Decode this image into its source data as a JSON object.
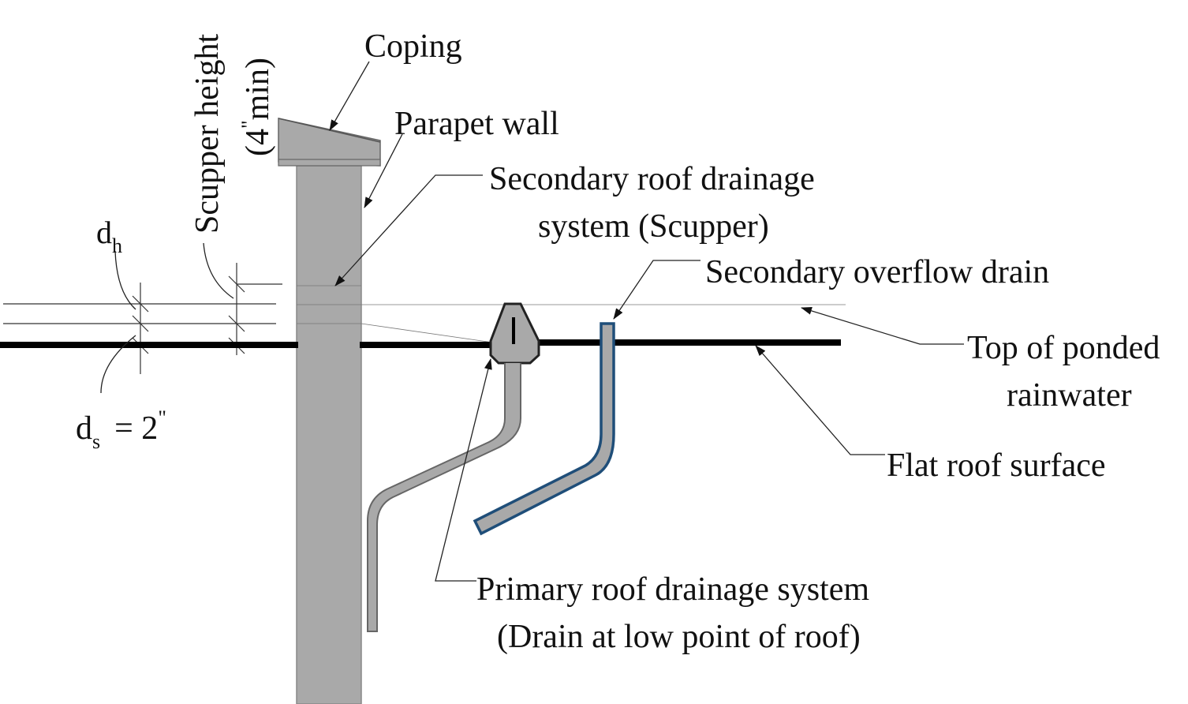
{
  "labels": {
    "coping": "Coping",
    "parapet_wall": "Parapet wall",
    "secondary_roof_drainage": {
      "line1": "Secondary roof drainage",
      "line2": "system (Scupper)"
    },
    "secondary_overflow_drain": "Secondary overflow drain",
    "top_of_ponded": {
      "line1": "Top of ponded",
      "line2": "rainwater"
    },
    "flat_roof_surface": "Flat roof surface",
    "primary_roof_drainage": {
      "line1": "Primary roof drainage system",
      "line2": "(Drain at low point of roof)"
    },
    "scupper_height": {
      "line1": "Scupper height",
      "line2_open": "(4",
      "line2_mark": "\"",
      "line2_close": "min)"
    },
    "dh": {
      "base": "d",
      "subscript": "h"
    },
    "ds": {
      "base": "d",
      "subscript": "s",
      "equals": "= 2",
      "mark": "\""
    }
  },
  "colors": {
    "wall_gray": "#a9a9a9",
    "outline": "#555555",
    "roof_line": "#000000",
    "overflow_pipe_fill": "#a9a9a9",
    "overflow_pipe_stroke": "#1f4e79",
    "leader": "#222222"
  }
}
